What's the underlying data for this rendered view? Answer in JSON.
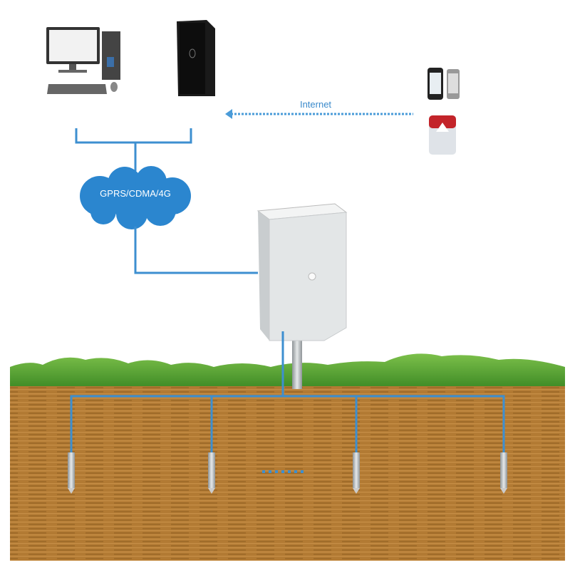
{
  "labels": {
    "internet": "Internet",
    "network": "GPRS/CDMA/4G"
  },
  "colors": {
    "line_blue": "#3d8fd0",
    "cloud_blue": "#2b86cf",
    "soil": "#b07a32",
    "grass": "#4e9a2e",
    "cabinet": "#e6e8e9"
  },
  "nodes": [
    {
      "id": "desktop-computer",
      "icon": "desktop-computer-icon"
    },
    {
      "id": "server-tower",
      "icon": "server-tower-icon"
    },
    {
      "id": "smartphones",
      "icon": "smartphone-icon"
    },
    {
      "id": "alarm-device",
      "icon": "alarm-icon"
    },
    {
      "id": "field-cabinet",
      "icon": "cabinet-icon"
    },
    {
      "id": "soil-probes",
      "count_shown": 4
    }
  ]
}
